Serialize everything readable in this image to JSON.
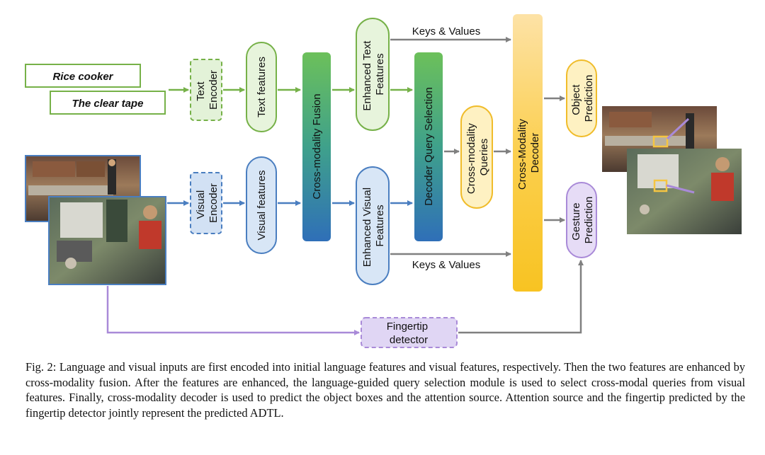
{
  "inputs": {
    "text_1": "Rice cooker",
    "text_2": "The clear tape"
  },
  "nodes": {
    "text_encoder": [
      "Text",
      "Encoder"
    ],
    "text_features": "Text features",
    "visual_encoder": [
      "Visual",
      "Encoder"
    ],
    "visual_features": "Visual features",
    "cross_modality_fusion": "Cross-modality Fusion",
    "enhanced_text_features": [
      "Enhanced Text",
      "Features"
    ],
    "enhanced_visual_features": [
      "Enhanced Visual",
      "Features"
    ],
    "decoder_query_selection": "Decoder Query Selection",
    "cross_modality_queries": [
      "Cross-modality",
      "Queries"
    ],
    "cross_modality_decoder": [
      "Cross-Modality",
      "Decoder"
    ],
    "object_prediction": [
      "Object",
      "Prediction"
    ],
    "gesture_prediction": [
      "Gesture",
      "Prediction"
    ],
    "fingertip_detector": [
      "Fingertip",
      "detector"
    ]
  },
  "edge_labels": {
    "keys_values_top": "Keys & Values",
    "keys_values_bottom": "Keys & Values"
  },
  "colors": {
    "green": "#76b148",
    "blue": "#4a7ec0",
    "yellow": "#f5c542",
    "purple": "#a98ad8",
    "gray": "#808080"
  },
  "caption": "Fig. 2: Language and visual inputs are first encoded into initial language features and visual features, respectively. Then the two features are enhanced by cross-modality fusion. After the features are enhanced, the language-guided query selection module is used to select cross-modal queries from visual features. Finally, cross-modality decoder is used to predict the object boxes and the attention source. Attention source and the fingertip predicted by the fingertip detector jointly represent the predicted ADTL."
}
